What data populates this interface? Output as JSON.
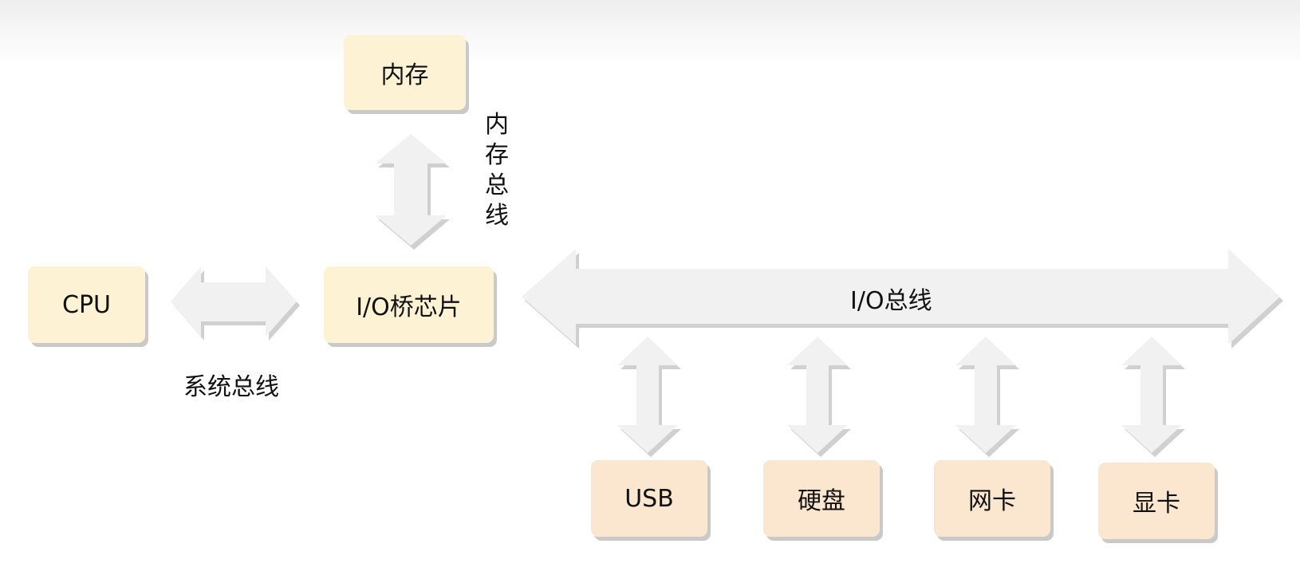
{
  "nodes": {
    "memory": "内存",
    "cpu": "CPU",
    "io_bridge": "I/O桥芯片",
    "usb": "USB",
    "disk": "硬盘",
    "nic": "网卡",
    "gpu": "显卡"
  },
  "buses": {
    "memory_bus": "内存总线",
    "system_bus": "系统总线",
    "io_bus": "I/O总线"
  },
  "colors": {
    "box_yellow": "#fdf2d4",
    "box_peach": "#fbe7cf",
    "arrow_fill": "#f1f1f1",
    "arrow_shadow": "#d2d2d2"
  }
}
